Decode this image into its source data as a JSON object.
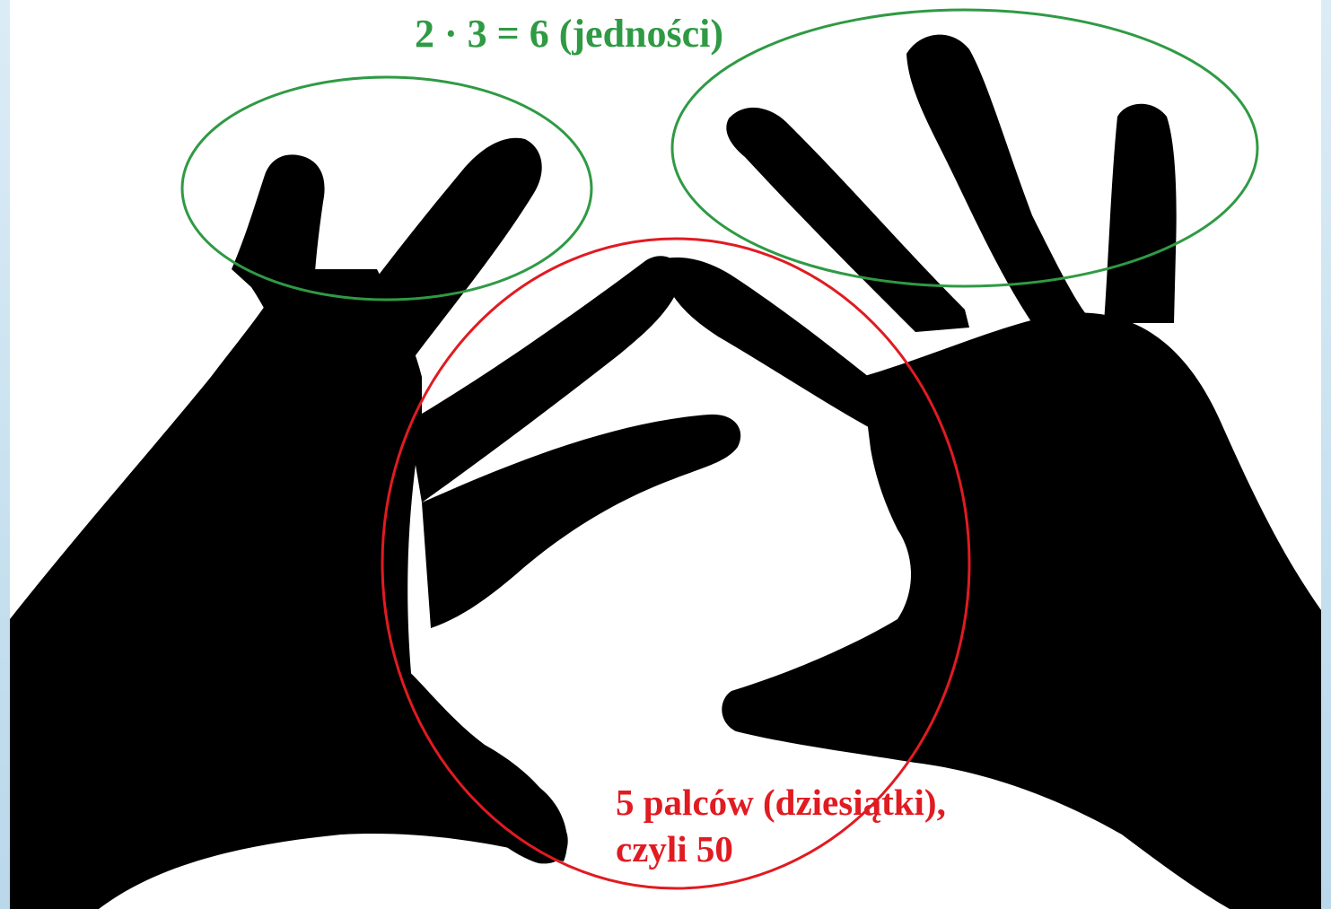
{
  "annotations": {
    "units_label": "2 · 3 = 6 (jedności)",
    "tens_line1": "5 palców (dziesiątki),",
    "tens_line2": "czyli 50"
  },
  "colors": {
    "units_accent": "#2f9a44",
    "tens_accent": "#e01b22",
    "hand_fill": "#000000",
    "background": "#ffffff"
  }
}
